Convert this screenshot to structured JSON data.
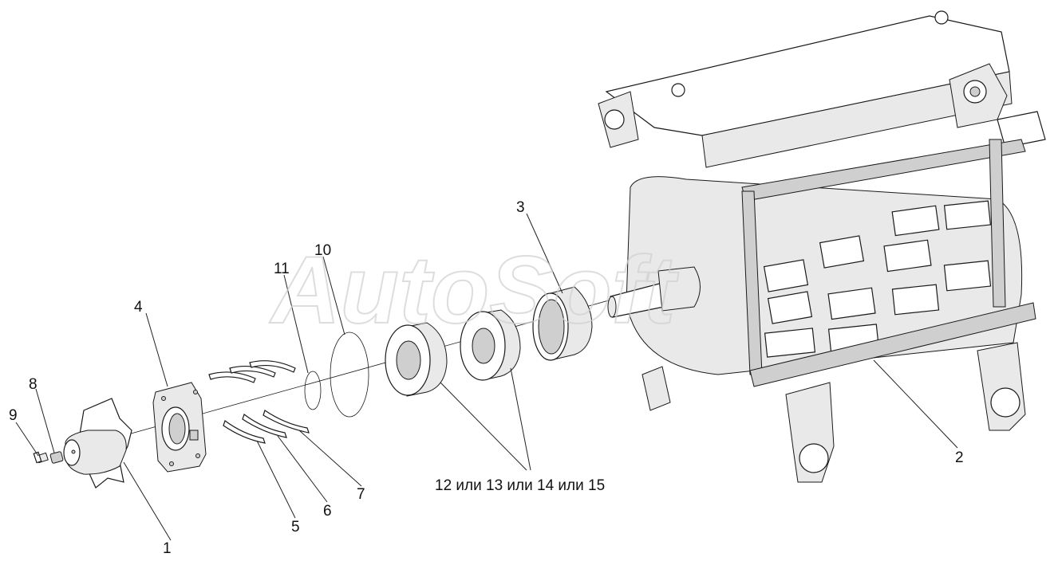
{
  "watermark": "AutoSoft",
  "callouts": [
    {
      "id": "1",
      "text": "1"
    },
    {
      "id": "2",
      "text": "2"
    },
    {
      "id": "3",
      "text": "3"
    },
    {
      "id": "4",
      "text": "4"
    },
    {
      "id": "5",
      "text": "5"
    },
    {
      "id": "6",
      "text": "6"
    },
    {
      "id": "7",
      "text": "7"
    },
    {
      "id": "8",
      "text": "8"
    },
    {
      "id": "9",
      "text": "9"
    },
    {
      "id": "10",
      "text": "10"
    },
    {
      "id": "11",
      "text": "11"
    },
    {
      "id": "12",
      "text": "12 или 13 или 14 или 15"
    }
  ],
  "colors": {
    "line": "#222222",
    "watermark": "#d0d0d0",
    "background": "#ffffff"
  }
}
